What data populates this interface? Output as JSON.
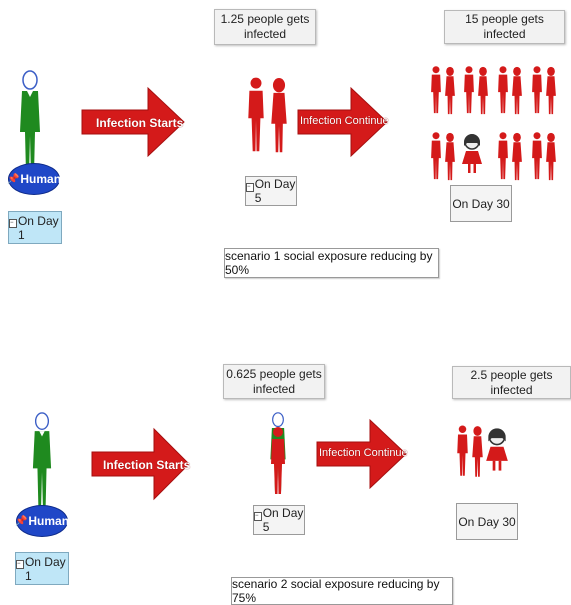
{
  "scenario1": {
    "stage2_count": "1.25 people gets infected",
    "stage3_count": "15 people gets infected",
    "arrow1": "Infection Starts",
    "arrow2": "Infection Continue",
    "node_label": "Human",
    "day1": "On Day 1",
    "day5": "On Day 5",
    "day30": "On Day 30",
    "caption": "scenario 1 social exposure reducing by 50%"
  },
  "scenario2": {
    "stage2_count": "0.625 people gets infected",
    "stage3_count": "2.5 people gets infected",
    "arrow1": "Infection Starts",
    "arrow2": "Infection Continue",
    "node_label": "Human",
    "day1": "On Day 1",
    "day5": "On Day 5",
    "day30": "On Day 30",
    "caption": "scenario 2 social exposure reducing by 75%"
  },
  "colors": {
    "healthy": "#1f8a1f",
    "infected": "#d41a1a",
    "arrow": "#d41a1a",
    "badge": "#1f47c7"
  },
  "icons": [
    "person-healthy-icon",
    "person-infected-male-icon",
    "person-infected-female-icon",
    "child-infected-icon",
    "red-arrow-icon"
  ]
}
